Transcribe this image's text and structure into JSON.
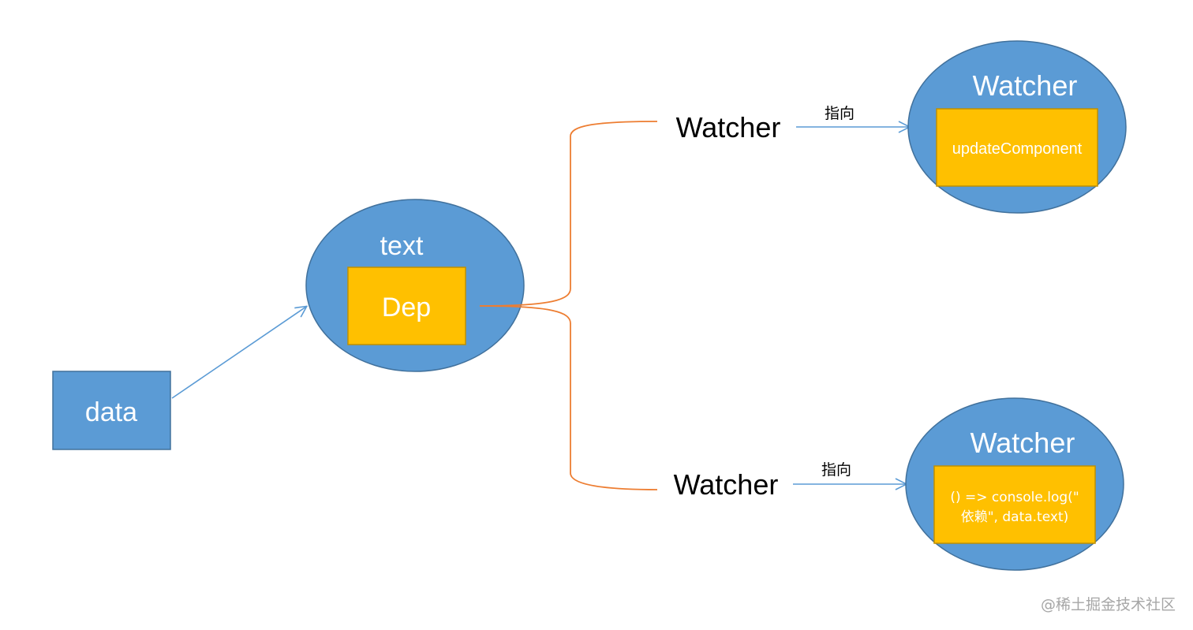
{
  "nodes": {
    "data": {
      "label": "data"
    },
    "text": {
      "label": "text",
      "inner": "Dep"
    },
    "watcher_top": {
      "label": "Watcher"
    },
    "watcher_bottom": {
      "label": "Watcher"
    },
    "watcher_top_ellipse": {
      "label": "Watcher",
      "inner": "updateComponent"
    },
    "watcher_bottom_ellipse": {
      "label": "Watcher",
      "inner_line1": "() => console.log(\"",
      "inner_line2": "依赖\", data.text)"
    }
  },
  "edges": {
    "top_arrow_label": "指向",
    "bottom_arrow_label": "指向"
  },
  "watermark": "@稀土掘金技术社区",
  "colors": {
    "blue_fill": "#5b9bd5",
    "blue_stroke": "#41719c",
    "yellow_fill": "#ffc000",
    "yellow_stroke": "#bf9000",
    "orange_line": "#ed7d31",
    "arrow_blue": "#5b9bd5"
  }
}
